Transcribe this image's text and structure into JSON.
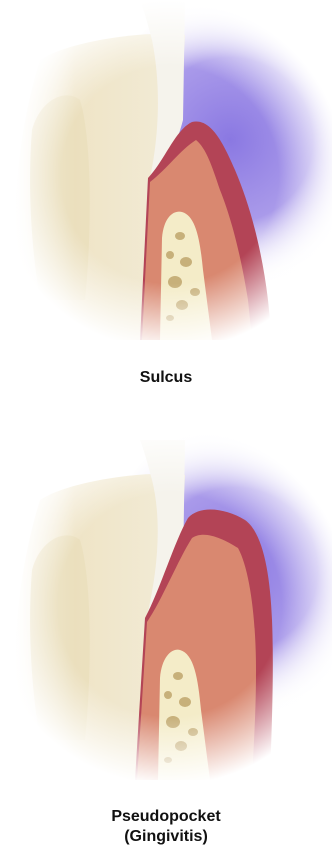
{
  "diagrams": [
    {
      "caption_lines": [
        "Sulcus"
      ]
    },
    {
      "caption_lines": [
        "Pseudopocket",
        "(Gingivitis)"
      ]
    }
  ],
  "colors": {
    "background": "#ffffff",
    "enamel": "#f3f0e3",
    "tooth_root": "#eee3c4",
    "dentin_core": "#e7dcb8",
    "plaque_glow": "#8a78e2",
    "gum_outer": "#b34456",
    "gum_inner": "#d98870",
    "bone": "#f4ecc8",
    "bone_pores": "#c7b07a",
    "caption_text": "#111111"
  }
}
